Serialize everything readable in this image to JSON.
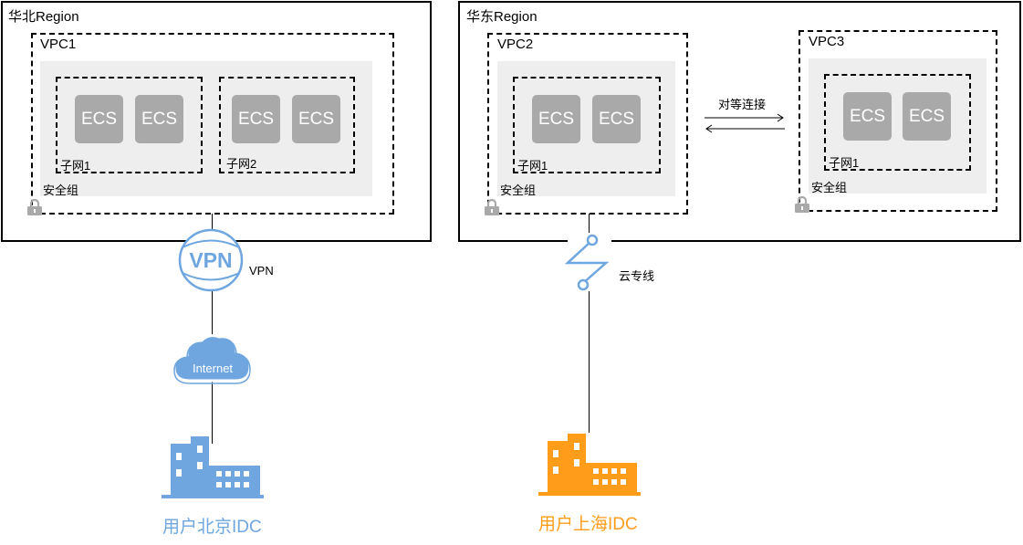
{
  "north_region": {
    "title": "华北Region",
    "vpc": {
      "title": "VPC1",
      "security_group": "安全组",
      "subnets": [
        {
          "label": "子网1",
          "ecs": [
            "ECS",
            "ECS"
          ]
        },
        {
          "label": "子网2",
          "ecs": [
            "ECS",
            "ECS"
          ]
        }
      ]
    }
  },
  "east_region": {
    "title": "华东Region",
    "vpc2": {
      "title": "VPC2",
      "security_group": "安全组",
      "subnet": {
        "label": "子网1",
        "ecs": [
          "ECS",
          "ECS"
        ]
      }
    },
    "vpc3": {
      "title": "VPC3",
      "security_group": "安全组",
      "subnet": {
        "label": "子网1",
        "ecs": [
          "ECS",
          "ECS"
        ]
      }
    },
    "peering_label": "对等连接"
  },
  "connections": {
    "vpn": {
      "icon_text": "VPN",
      "label": "VPN"
    },
    "internet": {
      "icon_text": "Internet"
    },
    "direct_connect": {
      "label": "云专线"
    }
  },
  "datacenters": {
    "beijing": {
      "label": "用户北京IDC",
      "color": "#6fa6e0"
    },
    "shanghai": {
      "label": "用户上海IDC",
      "color": "#ff9d1b"
    }
  },
  "colors": {
    "ecs_fill": "#a9a9a9",
    "security_group_fill": "#eeeeee",
    "connector_blue": "#6fa6e0"
  }
}
